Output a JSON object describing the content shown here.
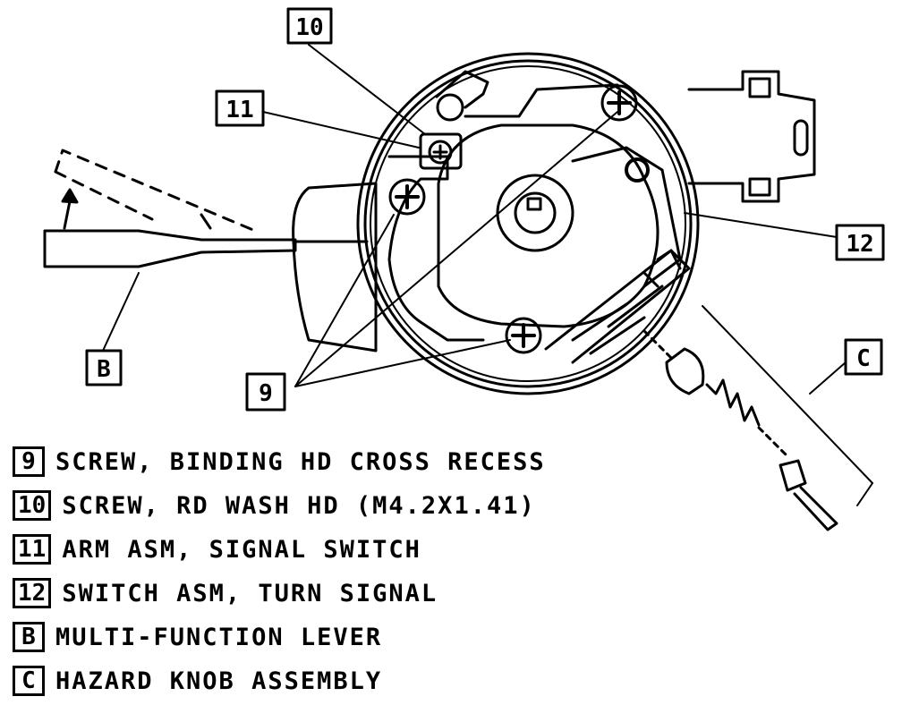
{
  "callouts": {
    "c10": "10",
    "c11": "11",
    "c12": "12",
    "c9": "9",
    "cB": "B",
    "cC": "C"
  },
  "legend": [
    {
      "key": "9",
      "text": "SCREW, BINDING HD CROSS RECESS"
    },
    {
      "key": "10",
      "text": "SCREW, RD WASH HD (M4.2X1.41)"
    },
    {
      "key": "11",
      "text": "ARM ASM, SIGNAL SWITCH"
    },
    {
      "key": "12",
      "text": "SWITCH ASM, TURN SIGNAL"
    },
    {
      "key": "B",
      "text": "MULTI-FUNCTION LEVER"
    },
    {
      "key": "C",
      "text": "HAZARD KNOB ASSEMBLY"
    }
  ],
  "colors": {
    "ink": "#000000",
    "paper": "#ffffff"
  }
}
